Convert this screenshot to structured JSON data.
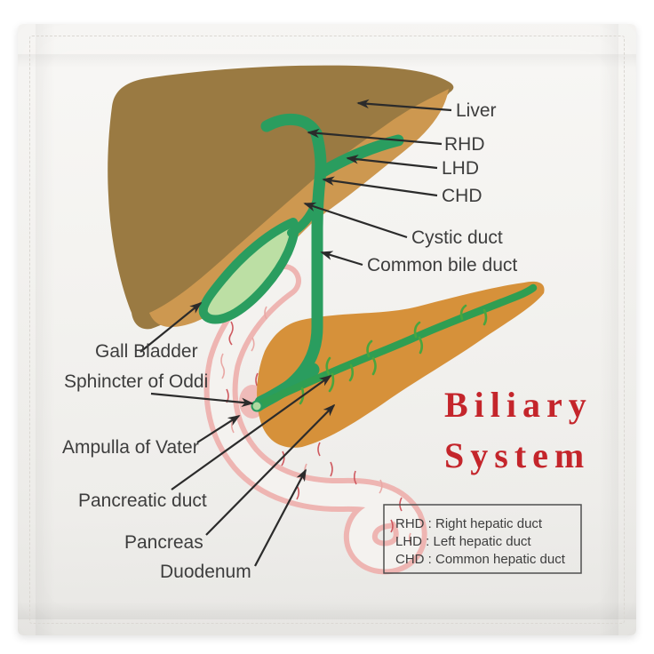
{
  "diagram": {
    "labels": {
      "liver": "Liver",
      "rhd": "RHD",
      "lhd": "LHD",
      "chd": "CHD",
      "cystic_duct": "Cystic duct",
      "common_bile_duct": "Common bile duct",
      "gall_bladder": "Gall Bladder",
      "sphincter_of_oddi": "Sphincter of Oddi",
      "ampulla_of_vater": "Ampulla of Vater",
      "pancreatic_duct": "Pancreatic duct",
      "pancreas": "Pancreas",
      "duodenum": "Duodenum"
    },
    "title": {
      "line1": "Biliary",
      "line2": "System"
    },
    "legend": {
      "items": [
        "RHD : Right hepatic duct",
        "LHD : Left hepatic duct",
        "CHD : Common hepatic duct"
      ]
    },
    "colors": {
      "liver_dark": "#9a7a42",
      "liver_light": "#cd9850",
      "pancreas": "#d6913a",
      "duct_green": "#2a9d5f",
      "pancreatic_duct_green": "#2f9e52",
      "duct_branch_green": "#4aa53e",
      "gallbladder_fill": "#bcdfa4",
      "ampulla_fill": "#aed9a0",
      "duodenum_pink": "#eeb5b2",
      "duodenum_inner": "#f4f2ef",
      "villi_red": "#cf5a60",
      "villi_pink": "#e9a9a6",
      "title_red": "#c4252b",
      "label_text": "#3d3d3d",
      "legend_border": "#4f4f4f",
      "fabric_white": "#f2f1ee"
    }
  }
}
